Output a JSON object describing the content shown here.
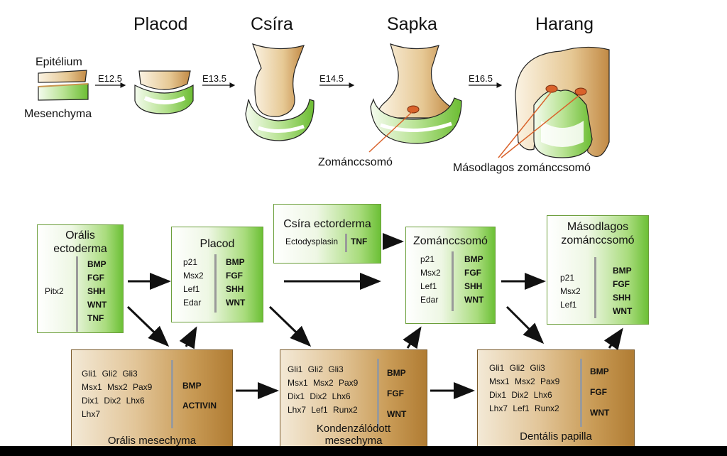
{
  "stages": {
    "titles": [
      "Placod",
      "Csíra",
      "Sapka",
      "Harang"
    ],
    "epithelium": "Epitélium",
    "mesenchyme": "Mesenchyma",
    "transitions": [
      "E12.5",
      "E13.5",
      "E14.5",
      "E16.5"
    ],
    "enamel_knot": "Zománccsomó",
    "secondary_enamel_knot": "Másodlagos zománccsomó"
  },
  "boxes": {
    "oral_ectoderm": {
      "title_line1": "Orális",
      "title_line2": "ectoderma",
      "left": [
        "Pitx2"
      ],
      "right": [
        "BMP",
        "FGF",
        "SHH",
        "WNT",
        "TNF"
      ]
    },
    "placode": {
      "title": "Placod",
      "left": [
        "p21",
        "Msx2",
        "Lef1",
        "Edar"
      ],
      "right": [
        "BMP",
        "FGF",
        "SHH",
        "WNT"
      ]
    },
    "bud_ectoderm": {
      "title": "Csíra ectorderma",
      "left": [
        "Ectodysplasin"
      ],
      "right": [
        "TNF"
      ]
    },
    "enamel_knot": {
      "title": "Zománccsomó",
      "left": [
        "p21",
        "Msx2",
        "Lef1",
        "Edar"
      ],
      "right": [
        "BMP",
        "FGF",
        "SHH",
        "WNT"
      ]
    },
    "secondary_knot": {
      "title_line1": "Másodlagos",
      "title_line2": "zománccsomó",
      "left": [
        "p21",
        "Msx2",
        "Lef1"
      ],
      "right": [
        "BMP",
        "FGF",
        "SHH",
        "WNT"
      ]
    },
    "oral_mesenchyme": {
      "title": "Orális mesechyma",
      "left_rows": [
        "Gli1   Gli2   Gli3",
        "Msx1   Msx2   Pax9",
        "Dix1   Dix2   Lhx6",
        "Lhx7"
      ],
      "right": [
        "BMP",
        "ACTIVIN"
      ]
    },
    "condensed_mesenchyme": {
      "title_line1": "Kondenzálódott",
      "title_line2": "mesechyma",
      "left_rows": [
        "Gli1   Gli2   Gli3",
        "Msx1   Msx2   Pax9",
        "Dix1   Dix2   Lhx6",
        "Lhx7   Lef1   Runx2"
      ],
      "right": [
        "BMP",
        "FGF",
        "WNT"
      ]
    },
    "dental_papilla": {
      "title": "Dentális papilla",
      "left_rows": [
        "Gli1   Gli2   Gli3",
        "Msx1   Msx2   Pax9",
        "Dix1   Dix2   Lhx6",
        "Lhx7   Lef1   Runx2"
      ],
      "right": [
        "BMP",
        "FGF",
        "WNT"
      ]
    }
  },
  "colors": {
    "epithelium": "#c9954e",
    "mesenchyme_green": "#7cc242",
    "knot": "#d9622b",
    "box_green": "#6cc036",
    "box_brown": "#b07c33"
  }
}
